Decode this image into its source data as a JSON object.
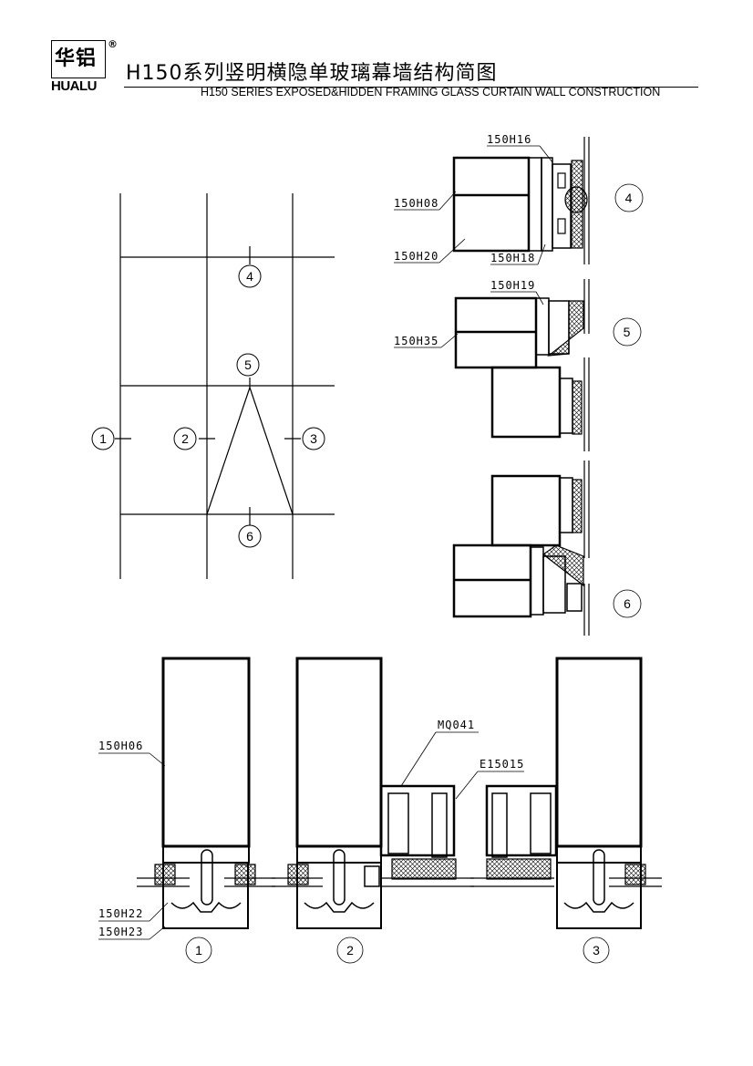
{
  "header": {
    "logo_cn": "华铝",
    "logo_en": "HUALU",
    "registered_mark": "®",
    "title_cn": "H150系列竖明横隐单玻璃幕墙结构简图",
    "title_en": "H150 SERIES EXPOSED&HIDDEN FRAMING GLASS CURTAIN WALL CONSTRUCTION"
  },
  "elevation": {
    "markers": [
      "1",
      "2",
      "3",
      "4",
      "5",
      "6"
    ]
  },
  "sections_right": {
    "detail4_labels": [
      "150H16",
      "150H08",
      "150H20",
      "150H18"
    ],
    "detail4_marker": "4",
    "detail5_labels": [
      "150H19",
      "150H35"
    ],
    "detail5_marker": "5",
    "detail6_marker": "6"
  },
  "sections_bottom": {
    "labels": [
      "150H06",
      "150H22",
      "150H23",
      "MQ041",
      "E15015"
    ],
    "markers": [
      "1",
      "2",
      "3"
    ]
  },
  "colors": {
    "line": "#000000",
    "background": "#ffffff"
  }
}
